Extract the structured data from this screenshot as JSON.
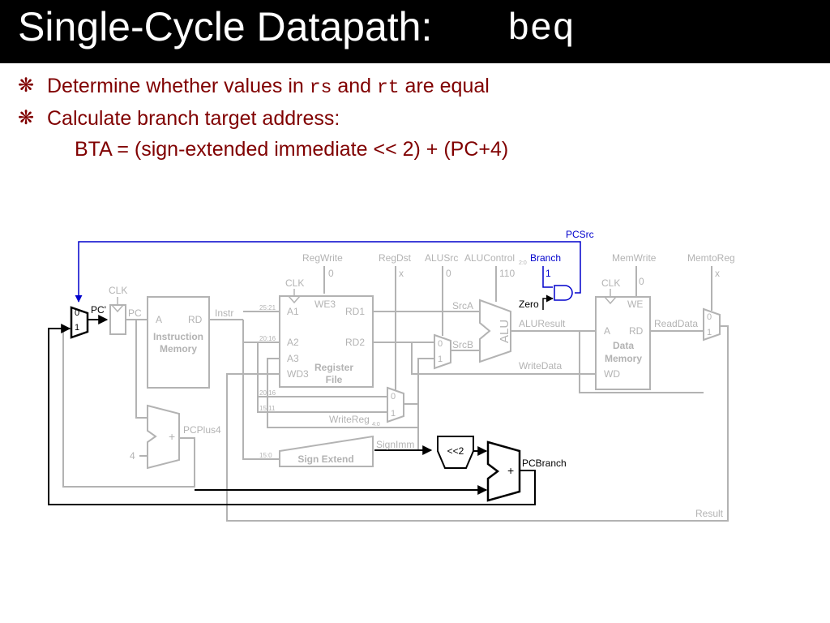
{
  "slide": {
    "title": "Single-Cycle Datapath:",
    "title_code": "beq",
    "colors": {
      "title_bg": "#000000",
      "bullet": "#800000",
      "control_active": "#0000cc",
      "datapath_gray": "#b3b3b3"
    },
    "bullets": [
      {
        "marker": "❋",
        "pre": "Determine whether values in ",
        "code1": "rs",
        "mid": " and ",
        "code2": "rt",
        "post": " are equal"
      },
      {
        "marker": "❋",
        "text": "Calculate branch target address:"
      }
    ],
    "sub_bullet": "BTA = (sign-extended immediate << 2) + (PC+4)"
  },
  "diagram": {
    "signals": {
      "pcsrc": "PCSrc",
      "regwrite": "RegWrite",
      "regwrite_val": "0",
      "regdst": "RegDst",
      "regdst_val": "x",
      "alusrc": "ALUSrc",
      "alusrc_val": "0",
      "alucontrol": "ALUControl",
      "alucontrol_bits": "2:0",
      "alucontrol_val": "110",
      "branch": "Branch",
      "branch_val": "1",
      "memwrite": "MemWrite",
      "memwrite_val": "0",
      "memtoreg": "MemtoReg",
      "memtoreg_val": "x"
    },
    "labels": {
      "clk": "CLK",
      "pc_prime": "PC'",
      "pc": "PC",
      "instr": "Instr",
      "a": "A",
      "rd": "RD",
      "imem1": "Instruction",
      "imem2": "Memory",
      "a1": "A1",
      "a2": "A2",
      "a3": "A3",
      "wd3": "WD3",
      "we3": "WE3",
      "rd1": "RD1",
      "rd2": "RD2",
      "rf1": "Register",
      "rf2": "File",
      "bits_25_21": "25:21",
      "bits_20_16": "20:16",
      "bits_15_11": "15:11",
      "bits_15_0": "15:0",
      "srca": "SrcA",
      "srcb": "SrcB",
      "alu": "ALU",
      "zero": "Zero",
      "aluresult": "ALUResult",
      "we": "WE",
      "wd": "WD",
      "dmem1": "Data",
      "dmem2": "Memory",
      "readdata": "ReadData",
      "writedata": "WriteData",
      "writereg": "WriteReg",
      "writereg_bits": "4:0",
      "signimm": "SignImm",
      "sign_extend": "Sign Extend",
      "shift": "<<2",
      "plus": "+",
      "pcplus4": "PCPlus4",
      "four": "4",
      "pcbranch": "PCBranch",
      "result": "Result",
      "mux0": "0",
      "mux1": "1"
    }
  }
}
